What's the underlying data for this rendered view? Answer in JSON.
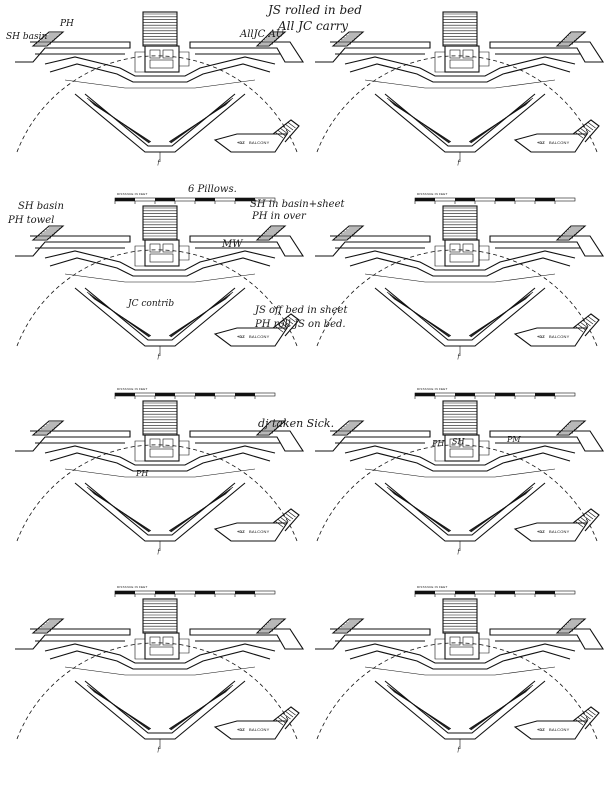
{
  "plan": {
    "balcony_label": "BALCONY",
    "code_label": "+DZ",
    "scale_label": "DISTANCE IN FEET",
    "axis_label": "ƒ"
  },
  "annotations": {
    "p1_js_rolled": "JS rolled in bed",
    "p1_all_jc": "All JC carry",
    "p1_sh_basin": "SH basin",
    "p1_ph": "PH",
    "p1_alljc_au": "AllJC AU",
    "p2_pillows": "6 Pillows.",
    "p2_sh_basin_sheet": "SH in basin+sheet",
    "p2_ph_over": "PH in over",
    "p2_sh_basin": "SH basin",
    "p2_ph_towel": "PH towel",
    "p2_js_off_bed": "JS off bed in sheet",
    "p2_ph_roll": "PH roll JS on bed.",
    "p2_jc_contrib": "JC contrib",
    "p2_mw": "MW",
    "p3_dj_taken_sick": "dj taken Sick.",
    "p3_ph": "PH",
    "p4_ph": "PH",
    "p4_sh": "SH",
    "p4_pm": "PM"
  }
}
